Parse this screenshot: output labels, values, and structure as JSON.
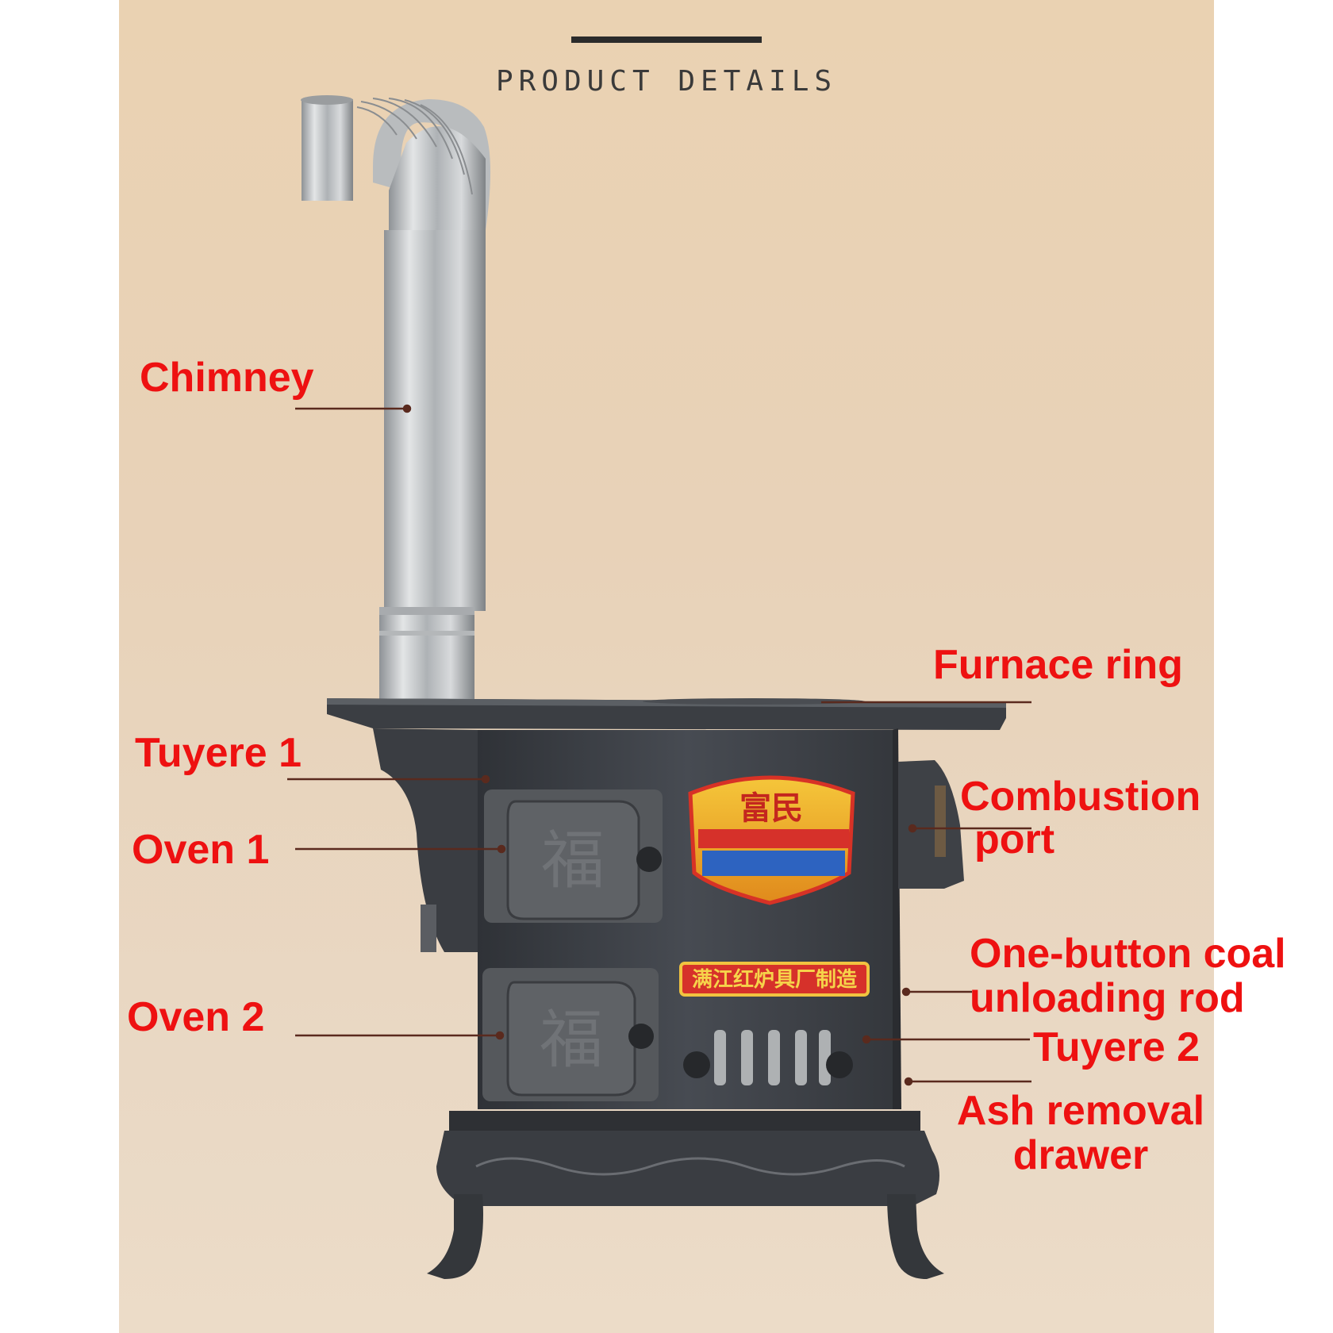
{
  "header": {
    "title": "PRODUCT DETAILS"
  },
  "callouts": {
    "chimney": "Chimney",
    "furnace_ring": "Furnace ring",
    "tuyere_1": "Tuyere 1",
    "combustion_port_line1": "Combustion",
    "combustion_port_line2": "port",
    "oven_1": "Oven 1",
    "one_button_line1": "One-button coal",
    "one_button_line2": "unloading rod",
    "oven_2": "Oven 2",
    "tuyere_2": "Tuyere 2",
    "ash_line1": "Ash removal",
    "ash_line2": "drawer"
  },
  "stove": {
    "badge_text": "富民",
    "door_character": "福",
    "plate_text": "满江红炉具厂制造"
  },
  "colors": {
    "label": "#ee1111",
    "leader": "#5a2a1e",
    "background": "#e8d2b8",
    "stove_body": "#3c4047",
    "chimney": "#c9ccce"
  }
}
